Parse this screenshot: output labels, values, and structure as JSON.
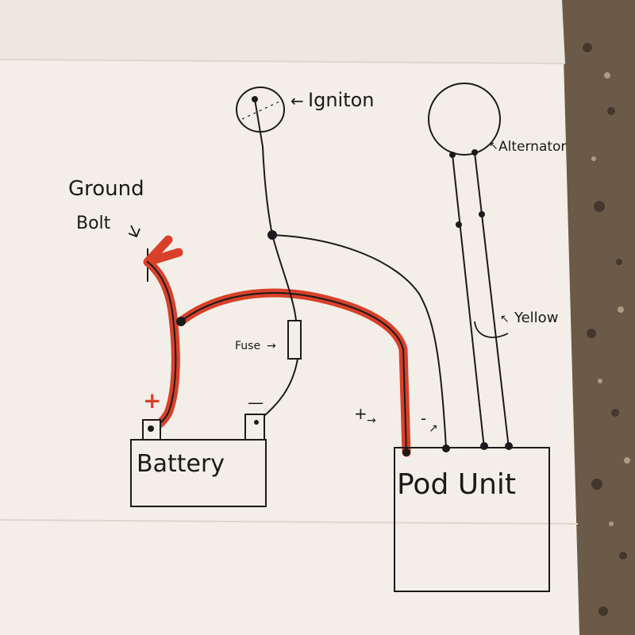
{
  "labels": {
    "ignition": "Igniton",
    "alternator": "Alternator",
    "ground_bolt_line1": "Ground",
    "ground_bolt_line2": "Bolt",
    "fuse": "Fuse",
    "yellow": "Yellow",
    "battery": "Battery",
    "pod_unit": "Pod Unit",
    "battery_positive": "+",
    "battery_negative": "—",
    "pod_plus": "+",
    "pod_minus": "-"
  },
  "colors": {
    "paper": "#f3efe8",
    "paper_shadow": "#e4ded5",
    "countertop": "#6b5a48",
    "ink": "#1a1a1a",
    "red_marker": "#d8402a"
  }
}
